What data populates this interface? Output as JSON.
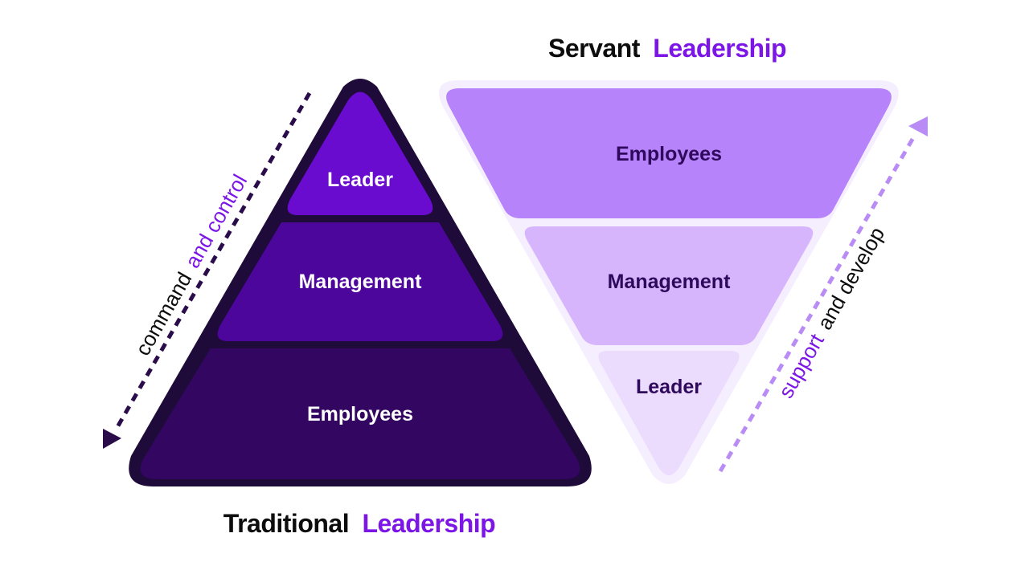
{
  "colors": {
    "dark_outline": "#1f0b3a",
    "trad_top": "#6a0bd0",
    "trad_mid": "#4c069c",
    "trad_bottom": "#330761",
    "servant_outline": "#f5eeff",
    "servant_top": "#b783fb",
    "servant_mid": "#d6b5fd",
    "servant_bottom": "#ebdcfe",
    "accent": "#7b16e6",
    "text_dark": "#0d0d0d",
    "servant_text": "#2f0a5c",
    "arrow_dark": "#2a0c4a",
    "arrow_light": "#b98cf5"
  },
  "traditional": {
    "title_a": "Traditional",
    "title_b": "Leadership",
    "tiers": [
      "Leader",
      "Management",
      "Employees"
    ],
    "side_a": "command",
    "side_b": "and control"
  },
  "servant": {
    "title_a": "Servant",
    "title_b": "Leadership",
    "tiers": [
      "Employees",
      "Management",
      "Leader"
    ],
    "side_a": "support",
    "side_b": "and develop"
  }
}
